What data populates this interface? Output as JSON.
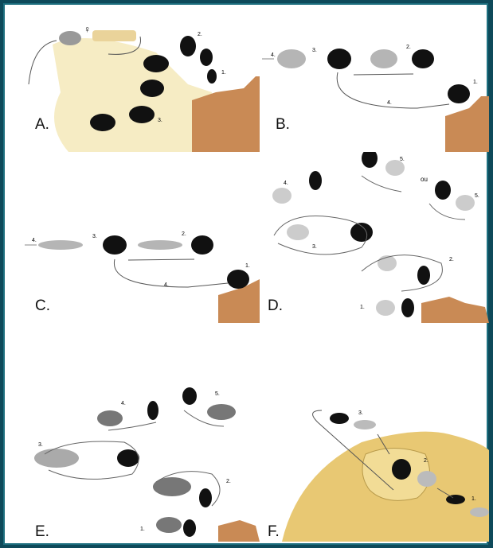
{
  "figure": {
    "accent_colors": {
      "background": "#0e4a5a",
      "border": "#1d6f7f",
      "sand": "#f4e6b5",
      "rock": "#c98a55",
      "fish_dark": "#111111",
      "fish_light": "#b5b5b5"
    },
    "panels": [
      {
        "label": "A.",
        "numbers": [
          "1.",
          "2.",
          "3."
        ],
        "symbol": "♀"
      },
      {
        "label": "B.",
        "numbers": [
          "1.",
          "2.",
          "3.",
          "4.",
          "4."
        ]
      },
      {
        "label": "C.",
        "numbers": [
          "1.",
          "2.",
          "3.",
          "4.",
          "4."
        ]
      },
      {
        "label": "D.",
        "numbers": [
          "1.",
          "2.",
          "3.",
          "4.",
          "5.",
          "5."
        ],
        "text": "ou"
      },
      {
        "label": "E.",
        "numbers": [
          "1.",
          "2.",
          "3.",
          "4.",
          "5."
        ]
      },
      {
        "label": "F.",
        "numbers": [
          "1.",
          "2.",
          "3."
        ]
      }
    ]
  }
}
